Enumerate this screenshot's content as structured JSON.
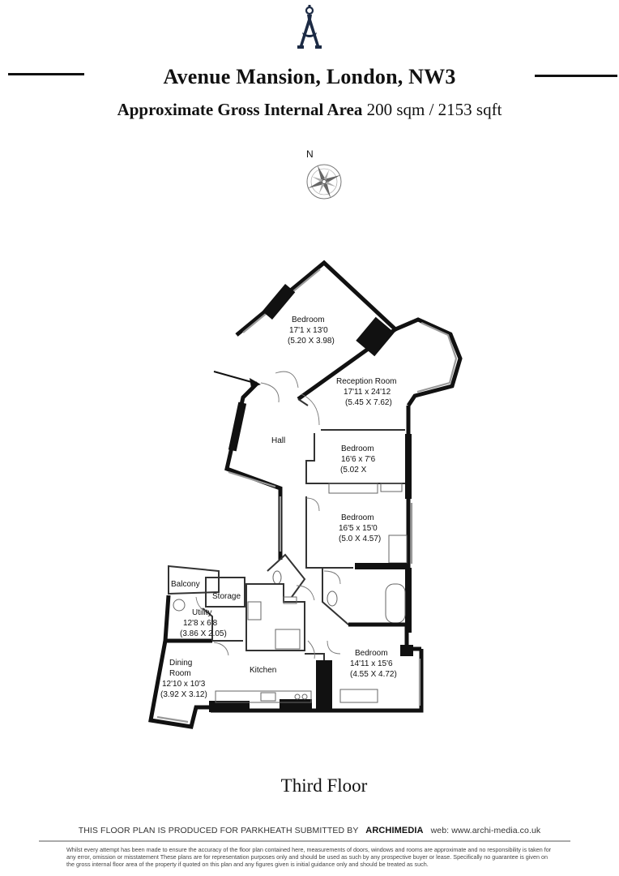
{
  "header": {
    "title": "Avenue Mansion, London, NW3",
    "area_label": "Approximate Gross Internal Area",
    "area_value": "200 sqm / 2153 sqft",
    "north_label": "N"
  },
  "rooms": [
    {
      "name": "Bedroom",
      "imperial": "17'1 x 13'0",
      "metric": "(5.20 X 3.98)"
    },
    {
      "name": "Reception Room",
      "imperial": "17'11 x 24'12",
      "metric": "(5.45 X 7.62)"
    },
    {
      "name": "Hall"
    },
    {
      "name": "Bedroom",
      "imperial": "16'6 x 7'6",
      "metric": "(5.02 X"
    },
    {
      "name": "Bedroom",
      "imperial": "16'5 x 15'0",
      "metric": "(5.0 X 4.57)"
    },
    {
      "name": "Balcony"
    },
    {
      "name": "Storage"
    },
    {
      "name": "Utility",
      "imperial": "12'8 x 6'8",
      "metric": "(3.86 X 2.05)"
    },
    {
      "name": "Dining",
      "name2": "Room",
      "imperial": "12'10 x 10'3",
      "metric": "(3.92 X 3.12)"
    },
    {
      "name": "Kitchen"
    },
    {
      "name": "Bedroom",
      "imperial": "14'11 x 15'6",
      "metric": "(4.55 X 4.72)"
    }
  ],
  "floor_label": "Third Floor",
  "footer": {
    "produced_by": "THIS FLOOR PLAN IS PRODUCED FOR PARKHEATH SUBMITTED BY",
    "brand": "ARCHIMEDIA",
    "web": "web: www.archi-media.co.uk",
    "disclaimer": "Whilst every attempt has been made to ensure the accuracy of the floor plan contained here, measurements of doors, windows and rooms are approximate and no responsibility is taken for any error, omission or misstatement These plans are for representation purposes only and should be used as such by any prospective buyer or lease. Specifically no guarantee is given on the gross internal floor area of the property if quoted on this plan and any figures given is initial guidance only and should be treated as such."
  },
  "colors": {
    "wall": "#111111",
    "thin_wall": "#333333",
    "window": "#9a9a9a",
    "fixture": "#555555"
  },
  "icons": [
    "compass-logo-icon",
    "compass-rose-icon",
    "entrance-arrow-icon"
  ]
}
